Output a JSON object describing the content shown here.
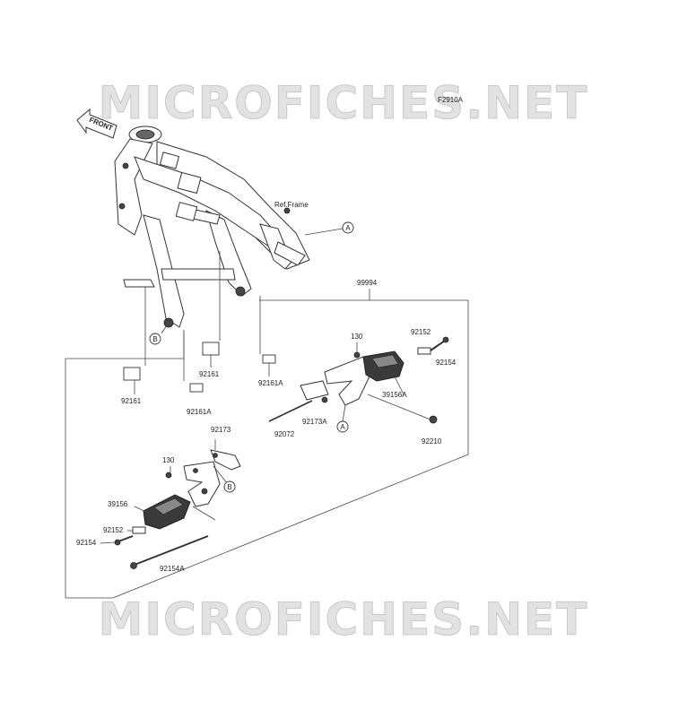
{
  "watermark": {
    "top": "MICROFICHES.NET",
    "bottom": "MICROFICHES.NET"
  },
  "diagram_code": "F2910A",
  "front_arrow_label": "FRONT",
  "ref_frame_label": "Ref.Frame",
  "callouts": {
    "a_top": "A",
    "a_lower": "A",
    "b_frame": "B",
    "b_bracket": "B"
  },
  "parts": {
    "p99994": "99994",
    "p130_top": "130",
    "p92152_top": "92152",
    "p92154_top": "92154",
    "p39156a": "39156A",
    "p92173a": "92173A",
    "p92072": "92072",
    "p92210": "92210",
    "p92161_right": "92161",
    "p92161a_right": "92161A",
    "p92161_left": "92161",
    "p92161a_left": "92161A",
    "p92173": "92173",
    "p130_bottom": "130",
    "p39156": "39156",
    "p92152_bottom": "92152",
    "p92154_bottom": "92154",
    "p92154a": "92154A"
  }
}
